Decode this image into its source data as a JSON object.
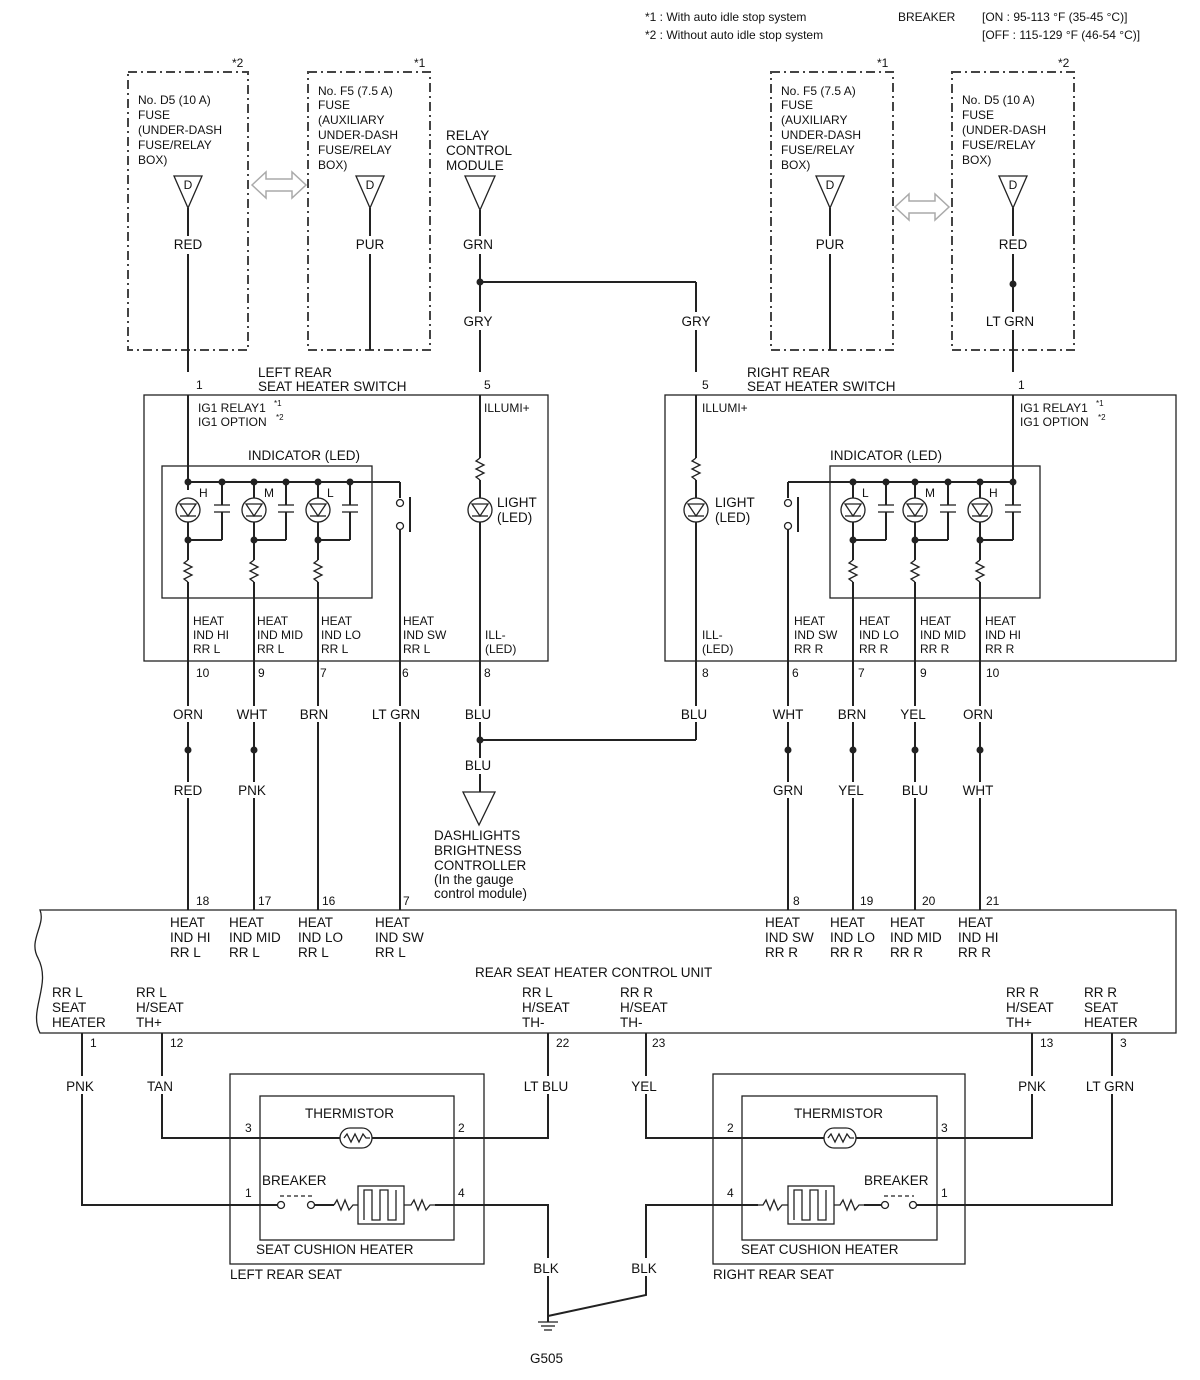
{
  "notes": {
    "n1": "*1 : With auto idle stop system",
    "n2": "*2 : Without auto idle stop system",
    "breaker": "BREAKER",
    "on": "[ON : 95-113 °F (35-45 °C)]",
    "off": "[OFF : 115-129 °F (46-54 °C)]"
  },
  "fuses": {
    "d5": [
      "No. D5 (10 A)",
      "FUSE",
      "(UNDER-DASH",
      "FUSE/RELAY",
      "BOX)"
    ],
    "f5": [
      "No. F5 (7.5 A)",
      "FUSE",
      "(AUXILIARY",
      "UNDER-DASH",
      "FUSE/RELAY",
      "BOX)"
    ],
    "star1": "*1",
    "star2": "*2",
    "d": "D"
  },
  "relay": [
    "RELAY",
    "CONTROL",
    "MODULE"
  ],
  "wires": {
    "red": "RED",
    "pur": "PUR",
    "grn": "GRN",
    "gry": "GRY",
    "ltgrn": "LT GRN",
    "orn": "ORN",
    "wht": "WHT",
    "brn": "BRN",
    "blu": "BLU",
    "pnk": "PNK",
    "yel": "YEL",
    "tan": "TAN",
    "ltblu": "LT BLU",
    "blk": "BLK"
  },
  "switch_left": {
    "title": [
      "LEFT REAR",
      "SEAT HEATER SWITCH"
    ],
    "ig1": "IG1 RELAY1",
    "ig1opt": "IG1 OPTION",
    "star1": "*1",
    "star2": "*2",
    "illumi": "ILLUMI+",
    "indicator": "INDICATOR (LED)",
    "light": [
      "LIGHT",
      "(LED)"
    ],
    "pin_in": "1",
    "pin_ill": "5",
    "leds": [
      "H",
      "M",
      "L"
    ],
    "outputs": [
      [
        "HEAT",
        "IND HI",
        "RR L"
      ],
      [
        "HEAT",
        "IND MID",
        "RR L"
      ],
      [
        "HEAT",
        "IND LO",
        "RR L"
      ],
      [
        "HEAT",
        "IND SW",
        "RR L"
      ],
      [
        "ILL-",
        "(LED)"
      ]
    ],
    "out_pins": [
      "10",
      "9",
      "7",
      "6",
      "8"
    ]
  },
  "switch_right": {
    "title": [
      "RIGHT REAR",
      "SEAT HEATER SWITCH"
    ],
    "ig1": "IG1 RELAY1",
    "ig1opt": "IG1 OPTION",
    "star1": "*1",
    "star2": "*2",
    "illumi": "ILLUMI+",
    "indicator": "INDICATOR (LED)",
    "light": [
      "LIGHT",
      "(LED)"
    ],
    "pin_in": "1",
    "pin_ill": "5",
    "leds": [
      "L",
      "M",
      "H"
    ],
    "outputs": [
      [
        "ILL-",
        "(LED)"
      ],
      [
        "HEAT",
        "IND SW",
        "RR R"
      ],
      [
        "HEAT",
        "IND LO",
        "RR R"
      ],
      [
        "HEAT",
        "IND MID",
        "RR R"
      ],
      [
        "HEAT",
        "IND HI",
        "RR R"
      ]
    ],
    "out_pins": [
      "8",
      "6",
      "7",
      "9",
      "10"
    ]
  },
  "dashlights": [
    "DASHLIGHTS",
    "BRIGHTNESS",
    "CONTROLLER",
    "(In the gauge",
    "control module)"
  ],
  "control_unit": {
    "name": "REAR SEAT HEATER CONTROL UNIT",
    "top_pins": [
      "18",
      "17",
      "16",
      "7",
      "8",
      "19",
      "20",
      "21"
    ],
    "top_labels": [
      [
        "HEAT",
        "IND HI",
        "RR L"
      ],
      [
        "HEAT",
        "IND MID",
        "RR L"
      ],
      [
        "HEAT",
        "IND LO",
        "RR L"
      ],
      [
        "HEAT",
        "IND SW",
        "RR L"
      ],
      [
        "HEAT",
        "IND SW",
        "RR R"
      ],
      [
        "HEAT",
        "IND LO",
        "RR R"
      ],
      [
        "HEAT",
        "IND MID",
        "RR R"
      ],
      [
        "HEAT",
        "IND HI",
        "RR R"
      ]
    ],
    "bottom_labels": [
      [
        "RR L",
        "SEAT",
        "HEATER"
      ],
      [
        "RR L",
        "H/SEAT",
        "TH+"
      ],
      [
        "RR L",
        "H/SEAT",
        "TH-"
      ],
      [
        "RR R",
        "H/SEAT",
        "TH-"
      ],
      [
        "RR R",
        "H/SEAT",
        "TH+"
      ],
      [
        "RR R",
        "SEAT",
        "HEATER"
      ]
    ],
    "bottom_pins": [
      "1",
      "12",
      "22",
      "23",
      "13",
      "3"
    ]
  },
  "seat_left": {
    "thermistor": "THERMISTOR",
    "breaker": "BREAKER",
    "heater": "SEAT CUSHION HEATER",
    "seat": "LEFT REAR SEAT",
    "pins": [
      "3",
      "2",
      "1",
      "4"
    ]
  },
  "seat_right": {
    "thermistor": "THERMISTOR",
    "breaker": "BREAKER",
    "heater": "SEAT CUSHION HEATER",
    "seat": "RIGHT REAR SEAT",
    "pins": [
      "2",
      "3",
      "4",
      "1"
    ]
  },
  "ground": "G505"
}
